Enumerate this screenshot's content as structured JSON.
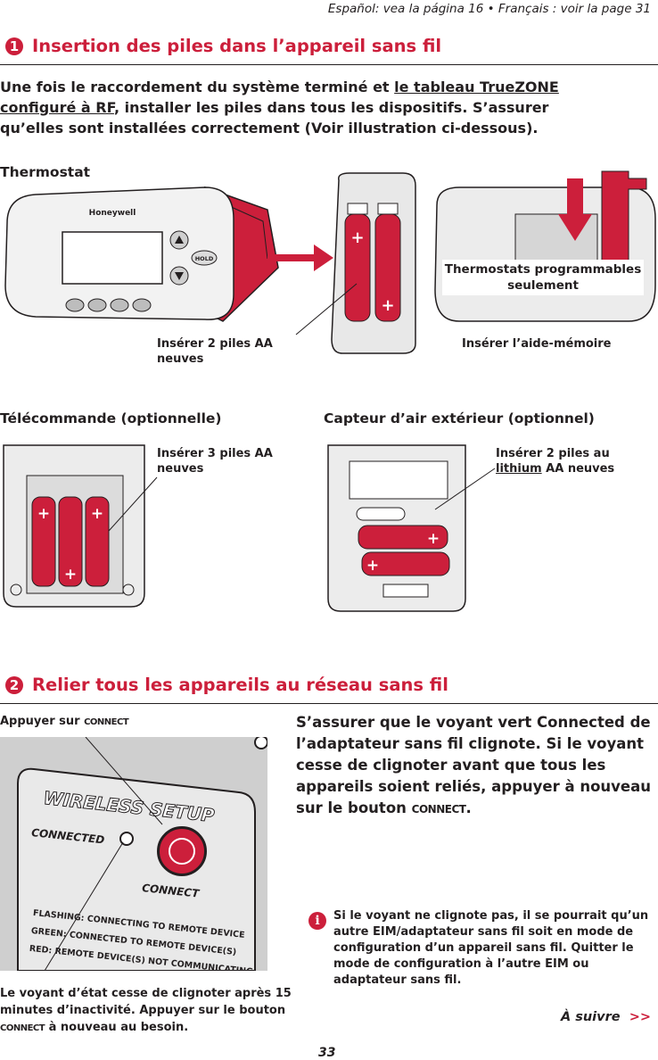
{
  "header": {
    "crossref": "Español: vea la página 16  •  Français : voir la page 31"
  },
  "section1": {
    "number": "1",
    "title": "Insertion des piles dans l’appareil sans fil",
    "intro_before_link": "Une fois le raccordement du système terminé et ",
    "intro_link": "le tableau TrueZONE configuré à RF",
    "intro_after_link": ", installer les piles dans tous les dispositifs.  S’assurer qu’elles sont installées correctement (Voir illustration ci-dessous).",
    "thermostat_label": "Thermostat",
    "brand": "Honeywell",
    "hold_button": "HOLD",
    "insert_aa_2": "Insérer 2 piles AA neuves",
    "prog_only": "Thermostats programmables seulement",
    "insert_memo": "Insérer l’aide-mémoire",
    "remote_label": "Télécommande (optionnelle)",
    "insert_aa_3": "Insérer 3 piles AA neuves",
    "sensor_label": "Capteur d’air extérieur (optionnel)",
    "insert_lithium_pre": "Insérer 2 piles au ",
    "insert_lithium_link": "lithium",
    "insert_lithium_post": " AA neuves"
  },
  "section2": {
    "number": "2",
    "title": "Relier tous les appareils au réseau sans fil",
    "press_label": "Appuyer sur ",
    "connect_word": "CONNECT",
    "panel_title": "WIRELESS SETUP",
    "panel_connected": "CONNECTED",
    "panel_connect": "CONNECT",
    "panel_line1": "FLASHING: CONNECTING TO REMOTE DEVICE",
    "panel_line2": "GREEN: CONNECTED TO REMOTE DEVICE(S)",
    "panel_line3": "RED: REMOTE DEVICE(S) NOT COMMUNICATING",
    "main_text": "S’assurer que le voyant vert Connected de l’adaptateur sans fil clignote. Si le voyant cesse de clignoter avant que tous les appareils soient reliés, appuyer à nouveau sur le bouton ",
    "main_text_end": ".",
    "led_note": "Le voyant d’état cesse de clignoter après 15 minutes d’inactivité. Appuyer sur le bouton ",
    "led_note_end": " à nouveau au besoin.",
    "info_note": "Si le voyant ne clignote pas, il se pourrait qu’un autre EIM/adaptateur sans fil soit en mode de configuration d’un appareil sans fil. Quitter le mode de configuration à l’autre EIM ou adaptateur sans fil.",
    "info_icon": "info-icon"
  },
  "footer": {
    "continued": "À suivre",
    "continued_arrow": ">>",
    "page_number": "33"
  },
  "colors": {
    "brand_red": "#cc1f3b",
    "text": "#231f20"
  }
}
